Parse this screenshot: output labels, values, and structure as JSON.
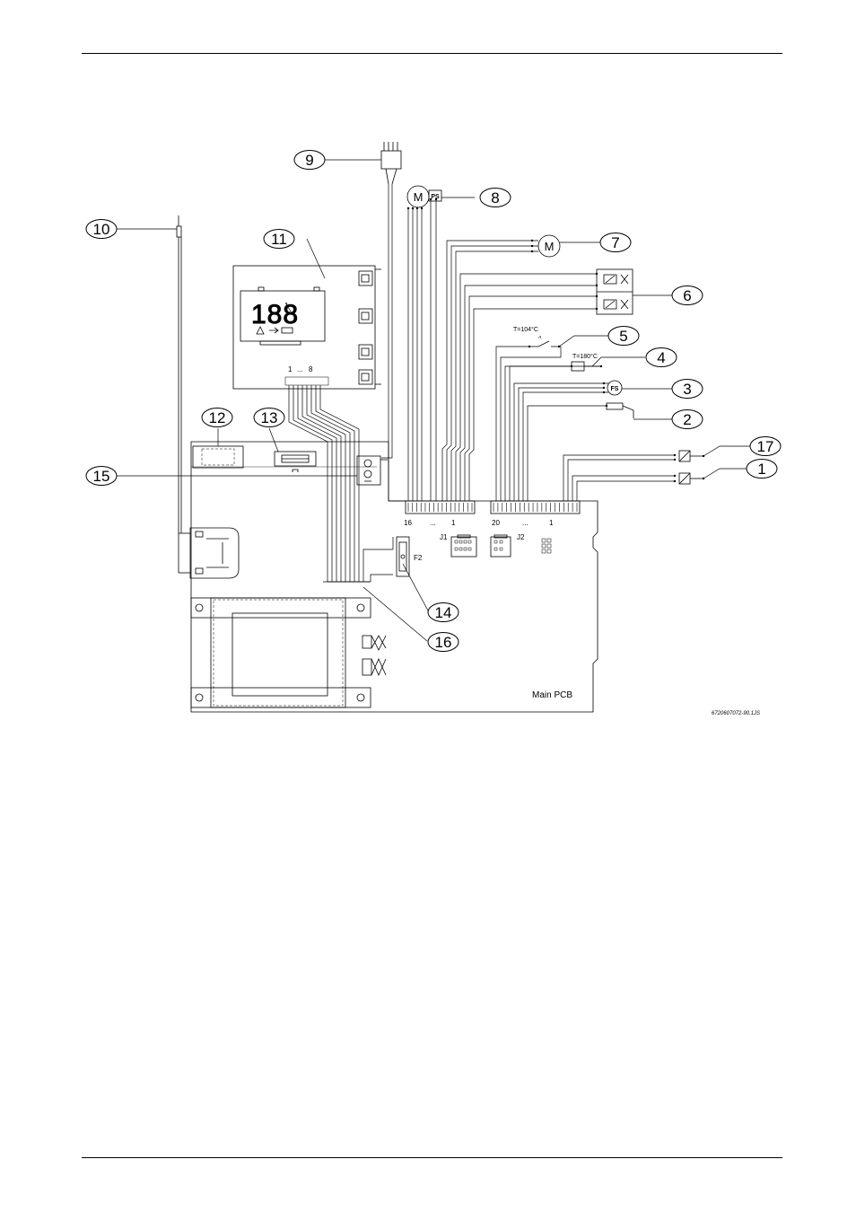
{
  "figure_code": "6720607072-90.1JS",
  "board_label": "Main PCB",
  "connectors": {
    "j1": {
      "name": "J1",
      "pin_first": "16",
      "pin_dots": "...",
      "pin_last": "1"
    },
    "j2": {
      "name": "J2",
      "pin_first": "20",
      "pin_dots": "...",
      "pin_last": "1"
    },
    "display": {
      "pin_first": "1",
      "pin_dots": "...",
      "pin_last": "8"
    }
  },
  "fuse_label": "F2",
  "display_digits": "188",
  "components": {
    "fan_motor": "M",
    "fan_pressure_switch": "PS",
    "pump_motor": "M",
    "flow_switch": "FS",
    "overheat_thermostat": "T=104°C",
    "flue_thermostat": "T=180°C"
  },
  "callouts": [
    {
      "id": "c1",
      "num": "1"
    },
    {
      "id": "c2",
      "num": "2"
    },
    {
      "id": "c3",
      "num": "3"
    },
    {
      "id": "c4",
      "num": "4"
    },
    {
      "id": "c5",
      "num": "5"
    },
    {
      "id": "c6",
      "num": "6"
    },
    {
      "id": "c7",
      "num": "7"
    },
    {
      "id": "c8",
      "num": "8"
    },
    {
      "id": "c9",
      "num": "9"
    },
    {
      "id": "c10",
      "num": "10"
    },
    {
      "id": "c11",
      "num": "11"
    },
    {
      "id": "c12",
      "num": "12"
    },
    {
      "id": "c13",
      "num": "13"
    },
    {
      "id": "c14",
      "num": "14"
    },
    {
      "id": "c15",
      "num": "15"
    },
    {
      "id": "c16",
      "num": "16"
    },
    {
      "id": "c17",
      "num": "17"
    }
  ]
}
